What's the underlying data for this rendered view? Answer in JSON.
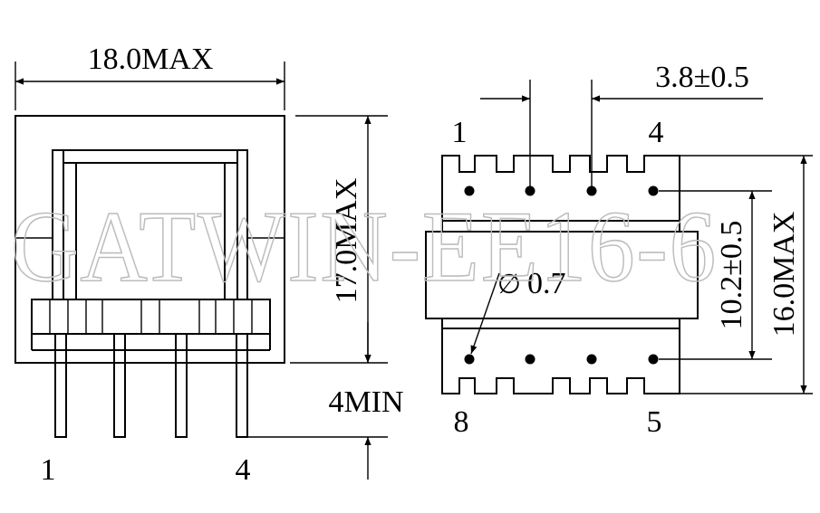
{
  "watermark": "GATWIN-EE16-6",
  "side_view": {
    "width_label": "18.0MAX",
    "height_label": "17.0MAX",
    "pin_length_label": "4MIN",
    "pin_left": "1",
    "pin_right": "4"
  },
  "bottom_view": {
    "pitch_label": "3.8±0.5",
    "row_spacing_label": "10.2±0.5",
    "depth_label": "16.0MAX",
    "hole_label": "0.7",
    "hole_symbol": "∅",
    "pin_top_left": "1",
    "pin_top_right": "4",
    "pin_bottom_left": "8",
    "pin_bottom_right": "5"
  }
}
